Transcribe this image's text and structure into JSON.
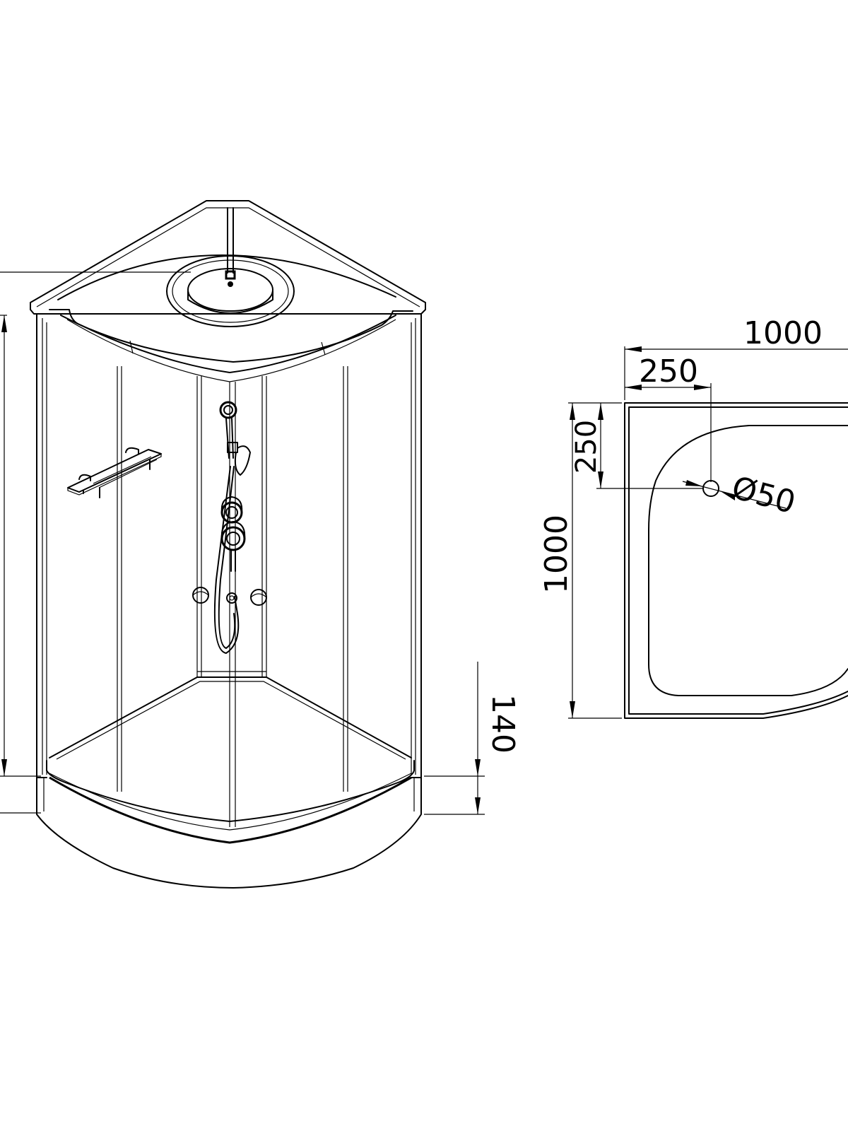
{
  "drawing": {
    "views": [
      "perspective",
      "plan"
    ],
    "dimensions": {
      "tray_height": "140",
      "plan_width": "1000",
      "plan_depth": "1000",
      "drain_offset_x": "250",
      "drain_offset_y": "250",
      "drain_diameter": "Ø50"
    }
  }
}
